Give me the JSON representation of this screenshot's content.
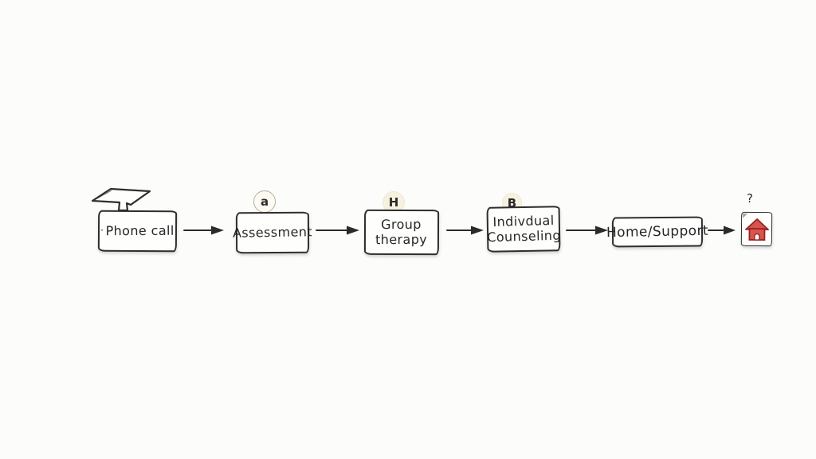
{
  "canvas": {
    "background": "#fcfcfb",
    "ink": "#2b2b2b",
    "style": "hand-drawn sketch flowchart"
  },
  "diagram": {
    "type": "flowchart",
    "direction": "left-to-right",
    "nodes": [
      {
        "id": "phone-call",
        "label": "Phone call",
        "prefix_mark": "·",
        "icon": "phone-handset-icon"
      },
      {
        "id": "assessment",
        "label": "Assessment",
        "badge": "a"
      },
      {
        "id": "group-therapy",
        "label": "Group\ntherapy",
        "badge": "H"
      },
      {
        "id": "individual-counseling",
        "label": "Indivdual\nCounseling",
        "badge": "B"
      },
      {
        "id": "home-support",
        "label": "Home/Support"
      },
      {
        "id": "home",
        "label": "",
        "badge": "?",
        "icon": "house-icon"
      }
    ],
    "edges": [
      {
        "from": "phone-call",
        "to": "assessment"
      },
      {
        "from": "assessment",
        "to": "group-therapy"
      },
      {
        "from": "group-therapy",
        "to": "individual-counseling"
      },
      {
        "from": "individual-counseling",
        "to": "home-support"
      },
      {
        "from": "home-support",
        "to": "home"
      }
    ]
  },
  "colors": {
    "house_fill": "#d9534f",
    "house_outline": "#94251f",
    "badge_fill": "#f7f1df",
    "ink": "#2b2b2b"
  }
}
